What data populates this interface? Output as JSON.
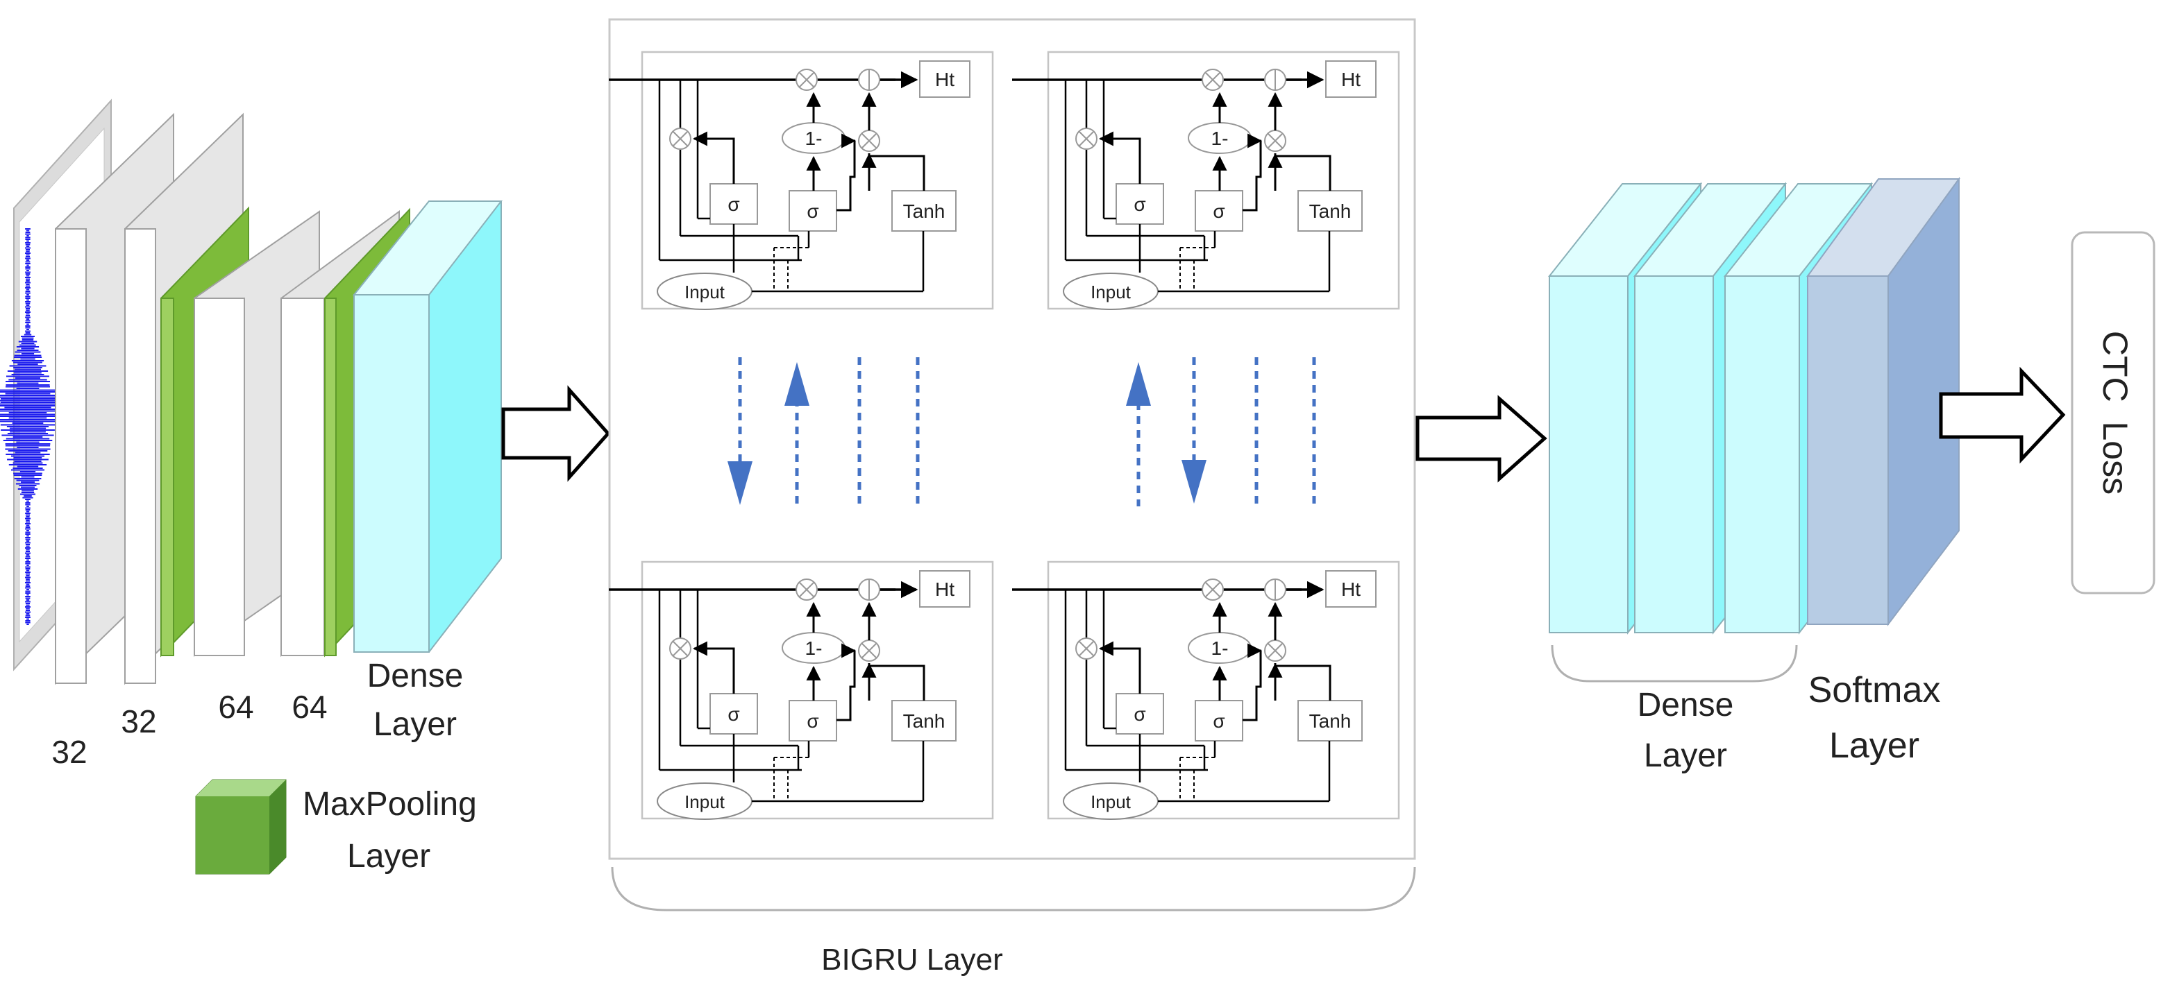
{
  "cnn": {
    "filter_labels": [
      "32",
      "32",
      "64",
      "64"
    ],
    "dense_label": [
      "Dense",
      "Layer"
    ]
  },
  "legend": {
    "label": [
      "MaxPooling",
      "Layer"
    ]
  },
  "bigru": {
    "label": "BIGRU Layer",
    "cell": {
      "output": "Ht",
      "input": "Input",
      "sigma": "σ",
      "tanh": "Tanh",
      "one_minus": "1-"
    }
  },
  "head": {
    "dense_label": [
      "Dense",
      "Layer"
    ],
    "softmax_label": [
      "Softmax",
      "Layer"
    ],
    "ctc_label": "CTC  Loss"
  },
  "colors": {
    "maxpool": "#7dbb3a",
    "dense_cyan": "#ccfcfe",
    "dense_cyan_side": "#8ef7fb",
    "softmax_front": "#b7cce4",
    "softmax_side": "#94b1d9",
    "arrow_blue": "#4472c4",
    "waveform": "#1a1aee"
  }
}
